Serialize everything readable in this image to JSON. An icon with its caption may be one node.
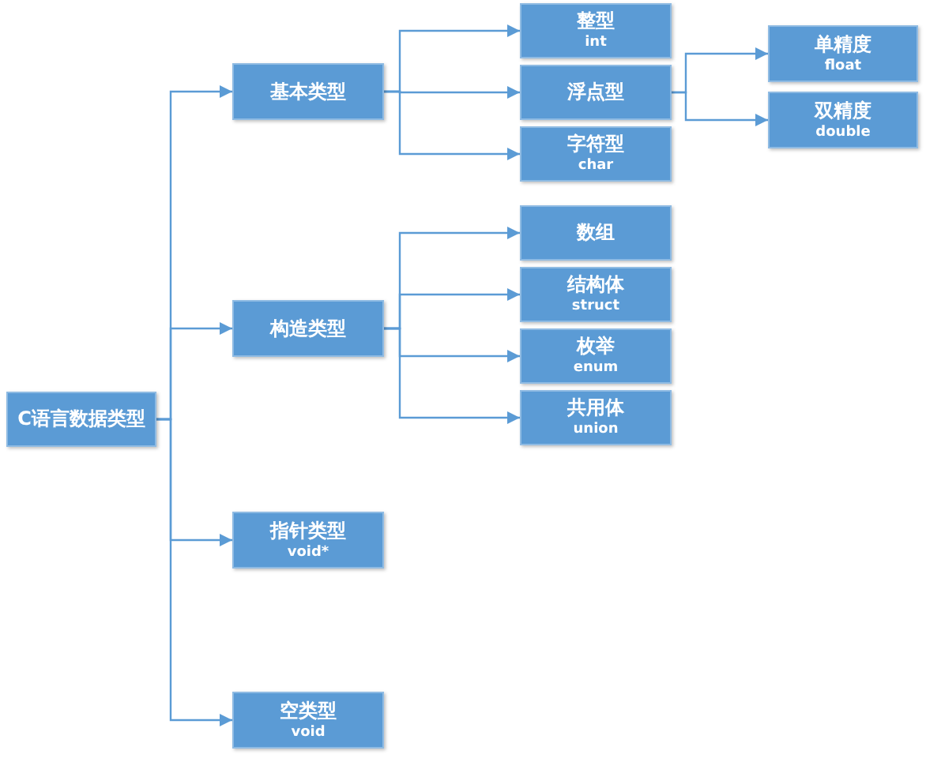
{
  "diagram": {
    "nodes": [
      {
        "text": [
          "C语言数据类型"
        ]
      },
      {
        "text": [
          "基本类型"
        ]
      },
      {
        "text": [
          "整型",
          "int"
        ]
      },
      {
        "text": [
          "浮点型"
        ]
      },
      {
        "text": [
          "单精度",
          "float"
        ]
      },
      {
        "text": [
          "双精度",
          "double"
        ]
      },
      {
        "text": [
          "字符型",
          "char"
        ]
      },
      {
        "text": [
          "构造类型"
        ]
      },
      {
        "text": [
          "数组"
        ]
      },
      {
        "text": [
          "结构体",
          "struct"
        ]
      },
      {
        "text": [
          "枚举",
          "enum"
        ]
      },
      {
        "text": [
          "共用体",
          "union"
        ]
      },
      {
        "text": [
          "指针类型",
          "void*"
        ]
      },
      {
        "text": [
          "空类型",
          "void"
        ]
      }
    ],
    "edges": [
      {
        "from": 0,
        "to": 1,
        "arrow": "to"
      },
      {
        "from": 0,
        "to": 7,
        "arrow": "to"
      },
      {
        "from": 0,
        "to": 12,
        "arrow": "to"
      },
      {
        "from": 0,
        "to": 13,
        "arrow": "to"
      },
      {
        "from": 1,
        "to": 2,
        "arrow": "to"
      },
      {
        "from": 1,
        "to": 3,
        "arrow": "to"
      },
      {
        "from": 1,
        "to": 6,
        "arrow": "to"
      },
      {
        "from": 3,
        "to": 4,
        "arrow": "to"
      },
      {
        "from": 3,
        "to": 5,
        "arrow": "to"
      },
      {
        "from": 7,
        "to": 8,
        "arrow": "to"
      },
      {
        "from": 7,
        "to": 9,
        "arrow": "to"
      },
      {
        "from": 7,
        "to": 10,
        "arrow": "to"
      },
      {
        "from": 7,
        "to": 11,
        "arrow": "to"
      }
    ]
  }
}
